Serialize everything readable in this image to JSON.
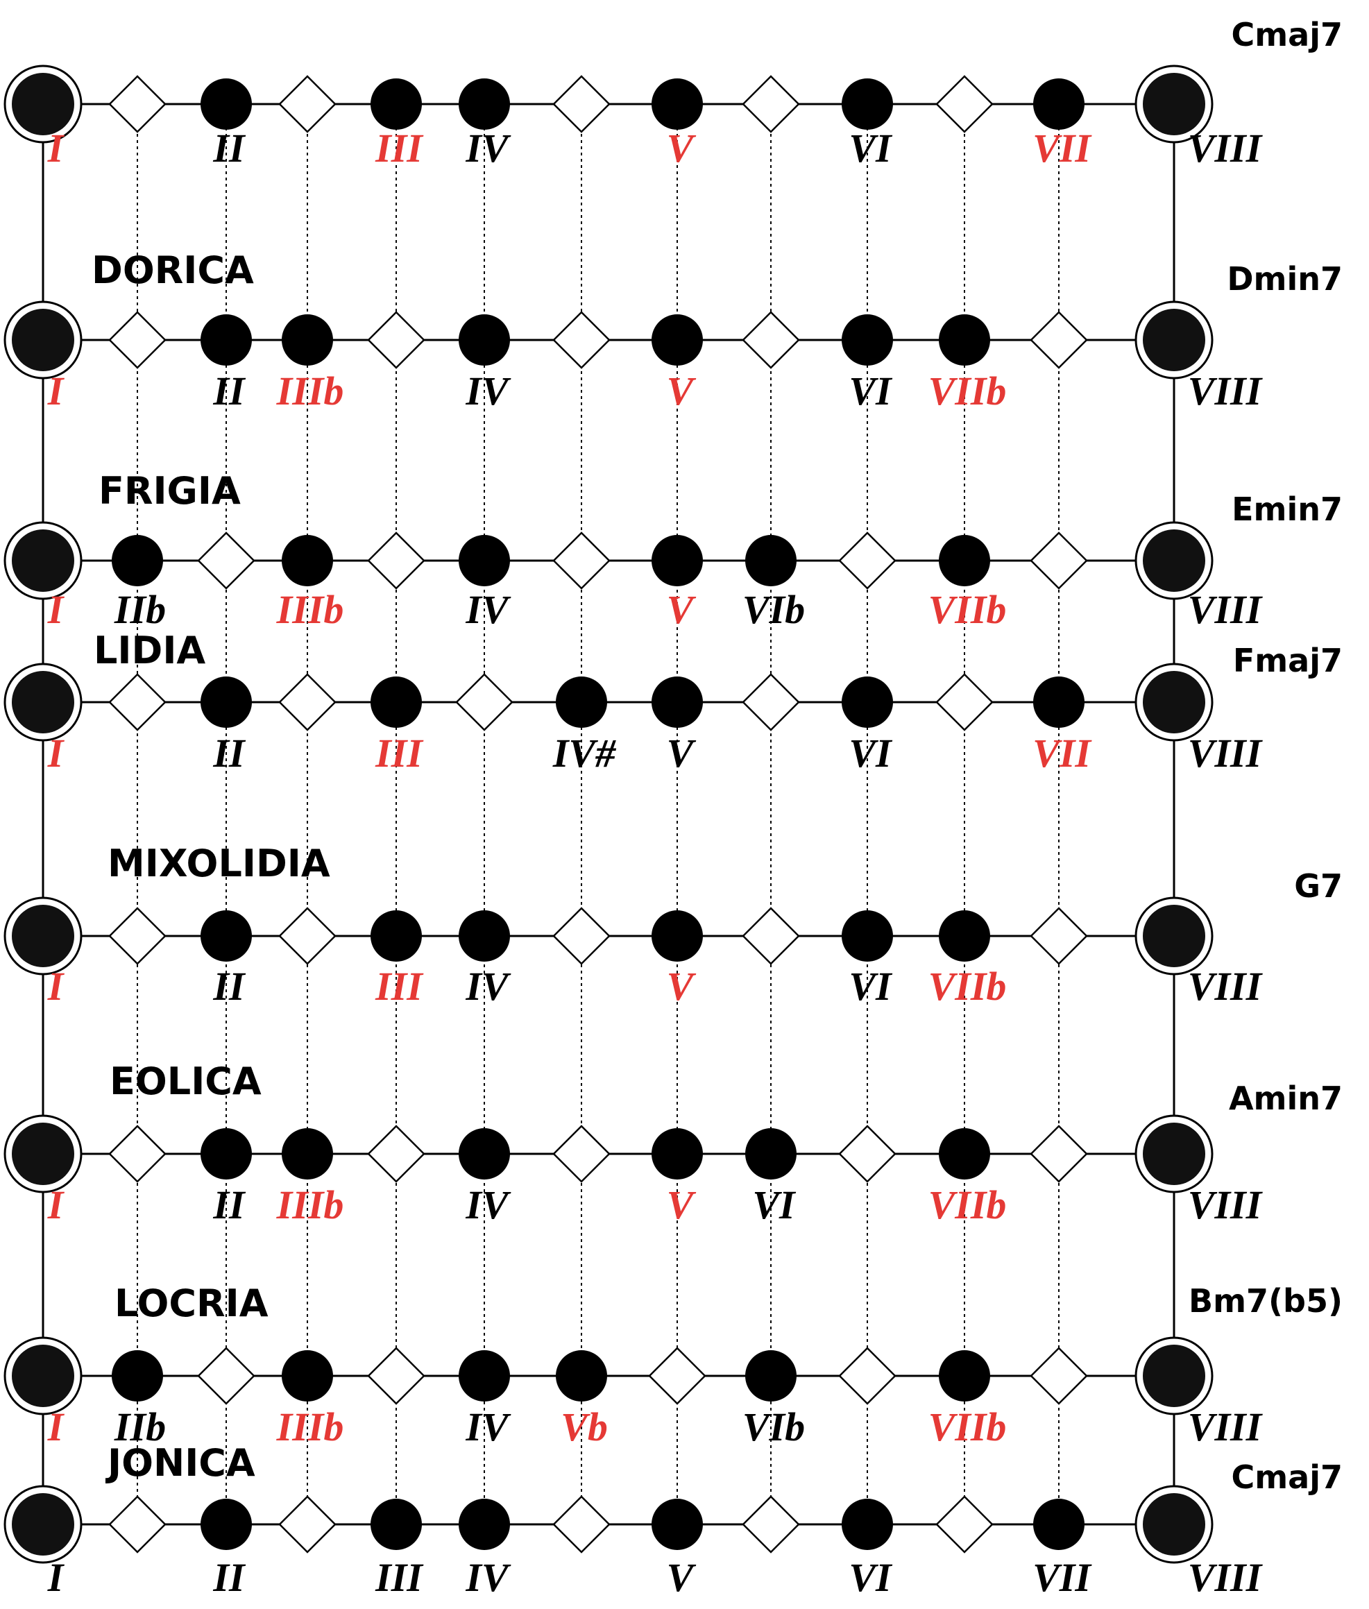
{
  "colors": {
    "highlight": "#e53935",
    "normal": "#000000"
  },
  "rows": [
    {
      "mode": "",
      "chord": "Cmaj7",
      "markers": [
        "root",
        "empty",
        "filled",
        "empty",
        "filled",
        "filled",
        "empty",
        "filled",
        "empty",
        "filled",
        "empty",
        "filled",
        "root"
      ],
      "labels": [
        {
          "text": "I",
          "slot": 0,
          "highlight": true
        },
        {
          "text": "II",
          "slot": 2,
          "highlight": false
        },
        {
          "text": "III",
          "slot": 4,
          "highlight": true
        },
        {
          "text": "IV",
          "slot": 5,
          "highlight": false
        },
        {
          "text": "V",
          "slot": 7,
          "highlight": true
        },
        {
          "text": "VI",
          "slot": 9,
          "highlight": false
        },
        {
          "text": "VII",
          "slot": 11,
          "highlight": true
        },
        {
          "text": "VIII",
          "slot": 12,
          "highlight": false
        }
      ]
    },
    {
      "mode": "DORICA",
      "chord": "Dmin7",
      "markers": [
        "root",
        "empty",
        "filled",
        "filled",
        "empty",
        "filled",
        "empty",
        "filled",
        "empty",
        "filled",
        "filled",
        "empty",
        "root"
      ],
      "labels": [
        {
          "text": "I",
          "slot": 0,
          "highlight": true
        },
        {
          "text": "II",
          "slot": 2,
          "highlight": false
        },
        {
          "text": "IIIb",
          "slot": 3,
          "highlight": true
        },
        {
          "text": "IV",
          "slot": 5,
          "highlight": false
        },
        {
          "text": "V",
          "slot": 7,
          "highlight": true
        },
        {
          "text": "VI",
          "slot": 9,
          "highlight": false
        },
        {
          "text": "VIIb",
          "slot": 10,
          "highlight": true
        },
        {
          "text": "VIII",
          "slot": 12,
          "highlight": false
        }
      ]
    },
    {
      "mode": "FRIGIA",
      "chord": "Emin7",
      "markers": [
        "root",
        "filled",
        "empty",
        "filled",
        "empty",
        "filled",
        "empty",
        "filled",
        "filled",
        "empty",
        "filled",
        "empty",
        "root"
      ],
      "labels": [
        {
          "text": "I",
          "slot": 0,
          "highlight": true
        },
        {
          "text": "IIb",
          "slot": 1,
          "highlight": false
        },
        {
          "text": "IIIb",
          "slot": 3,
          "highlight": true
        },
        {
          "text": "IV",
          "slot": 5,
          "highlight": false
        },
        {
          "text": "V",
          "slot": 7,
          "highlight": true
        },
        {
          "text": "VIb",
          "slot": 8,
          "highlight": false
        },
        {
          "text": "VIIb",
          "slot": 10,
          "highlight": true
        },
        {
          "text": "VIII",
          "slot": 12,
          "highlight": false
        }
      ]
    },
    {
      "mode": "LIDIA",
      "chord": "Fmaj7",
      "markers": [
        "root",
        "empty",
        "filled",
        "empty",
        "filled",
        "empty",
        "filled",
        "filled",
        "empty",
        "filled",
        "empty",
        "filled",
        "root"
      ],
      "labels": [
        {
          "text": "I",
          "slot": 0,
          "highlight": true
        },
        {
          "text": "II",
          "slot": 2,
          "highlight": false
        },
        {
          "text": "III",
          "slot": 4,
          "highlight": true
        },
        {
          "text": "IV#",
          "slot": 6,
          "highlight": false
        },
        {
          "text": "V",
          "slot": 7,
          "highlight": false
        },
        {
          "text": "VI",
          "slot": 9,
          "highlight": false
        },
        {
          "text": "VII",
          "slot": 11,
          "highlight": true
        },
        {
          "text": "VIII",
          "slot": 12,
          "highlight": false
        }
      ]
    },
    {
      "mode": "MIXOLIDIA",
      "chord": "G7",
      "markers": [
        "root",
        "empty",
        "filled",
        "empty",
        "filled",
        "filled",
        "empty",
        "filled",
        "empty",
        "filled",
        "filled",
        "empty",
        "root"
      ],
      "labels": [
        {
          "text": "I",
          "slot": 0,
          "highlight": true
        },
        {
          "text": "II",
          "slot": 2,
          "highlight": false
        },
        {
          "text": "III",
          "slot": 4,
          "highlight": true
        },
        {
          "text": "IV",
          "slot": 5,
          "highlight": false
        },
        {
          "text": "V",
          "slot": 7,
          "highlight": true
        },
        {
          "text": "VI",
          "slot": 9,
          "highlight": false
        },
        {
          "text": "VIIb",
          "slot": 10,
          "highlight": true
        },
        {
          "text": "VIII",
          "slot": 12,
          "highlight": false
        }
      ]
    },
    {
      "mode": "EOLICA",
      "chord": "Amin7",
      "markers": [
        "root",
        "empty",
        "filled",
        "filled",
        "empty",
        "filled",
        "empty",
        "filled",
        "filled",
        "empty",
        "filled",
        "empty",
        "root"
      ],
      "labels": [
        {
          "text": "I",
          "slot": 0,
          "highlight": true
        },
        {
          "text": "II",
          "slot": 2,
          "highlight": false
        },
        {
          "text": "IIIb",
          "slot": 3,
          "highlight": true
        },
        {
          "text": "IV",
          "slot": 5,
          "highlight": false
        },
        {
          "text": "V",
          "slot": 7,
          "highlight": true
        },
        {
          "text": "VI",
          "slot": 8,
          "highlight": false
        },
        {
          "text": "VIIb",
          "slot": 10,
          "highlight": true
        },
        {
          "text": "VIII",
          "slot": 12,
          "highlight": false
        }
      ]
    },
    {
      "mode": "LOCRIA",
      "chord": "Bm7(b5)",
      "markers": [
        "root",
        "filled",
        "empty",
        "filled",
        "empty",
        "filled",
        "filled",
        "empty",
        "filled",
        "empty",
        "filled",
        "empty",
        "root"
      ],
      "labels": [
        {
          "text": "I",
          "slot": 0,
          "highlight": true
        },
        {
          "text": "IIb",
          "slot": 1,
          "highlight": false
        },
        {
          "text": "IIIb",
          "slot": 3,
          "highlight": true
        },
        {
          "text": "IV",
          "slot": 5,
          "highlight": false
        },
        {
          "text": "Vb",
          "slot": 6,
          "highlight": true
        },
        {
          "text": "VIb",
          "slot": 8,
          "highlight": false
        },
        {
          "text": "VIIb",
          "slot": 10,
          "highlight": true
        },
        {
          "text": "VIII",
          "slot": 12,
          "highlight": false
        }
      ]
    },
    {
      "mode": "JONICA",
      "chord": "Cmaj7",
      "markers": [
        "root",
        "empty",
        "filled",
        "empty",
        "filled",
        "filled",
        "empty",
        "filled",
        "empty",
        "filled",
        "empty",
        "filled",
        "root"
      ],
      "labels": [
        {
          "text": "I",
          "slot": 0,
          "highlight": false
        },
        {
          "text": "II",
          "slot": 2,
          "highlight": false
        },
        {
          "text": "III",
          "slot": 4,
          "highlight": false
        },
        {
          "text": "IV",
          "slot": 5,
          "highlight": false
        },
        {
          "text": "V",
          "slot": 7,
          "highlight": false
        },
        {
          "text": "VI",
          "slot": 9,
          "highlight": false
        },
        {
          "text": "VII",
          "slot": 11,
          "highlight": false
        },
        {
          "text": "VIII",
          "slot": 12,
          "highlight": false
        }
      ]
    }
  ]
}
